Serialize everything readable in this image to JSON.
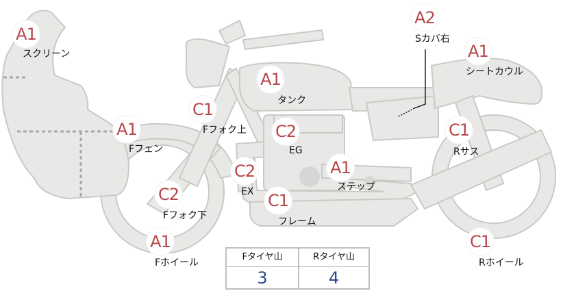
{
  "colors": {
    "part_fill": "#e8e8e6",
    "part_stroke": "#c9c9c6",
    "badge_text": "#b8474b",
    "value_text": "#2b4a8f"
  },
  "parts": [
    {
      "id": "screen",
      "grade": "A1",
      "label": "スクリーン"
    },
    {
      "id": "side-cover-r",
      "grade": "A2",
      "label": "Sカバ右"
    },
    {
      "id": "seat-cowl",
      "grade": "A1",
      "label": "シートカウル"
    },
    {
      "id": "tank",
      "grade": "A1",
      "label": "タンク"
    },
    {
      "id": "fork-upper",
      "grade": "C1",
      "label": "Fフォク上"
    },
    {
      "id": "engine",
      "grade": "C2",
      "label": "EG"
    },
    {
      "id": "fender",
      "grade": "A1",
      "label": "Fフェン"
    },
    {
      "id": "rear-susp",
      "grade": "C1",
      "label": "Rサス"
    },
    {
      "id": "exhaust",
      "grade": "C2",
      "label": "EX"
    },
    {
      "id": "step",
      "grade": "A1",
      "label": "ステップ"
    },
    {
      "id": "fork-lower",
      "grade": "C2",
      "label": "Fフォク下"
    },
    {
      "id": "frame",
      "grade": "C1",
      "label": "フレーム"
    },
    {
      "id": "front-wheel",
      "grade": "A1",
      "label": "Fホイール"
    },
    {
      "id": "rear-wheel",
      "grade": "C1",
      "label": "Rホイール"
    }
  ],
  "tread": {
    "front_label": "Fタイヤ山",
    "rear_label": "Rタイヤ山",
    "front_value": "3",
    "rear_value": "4"
  }
}
